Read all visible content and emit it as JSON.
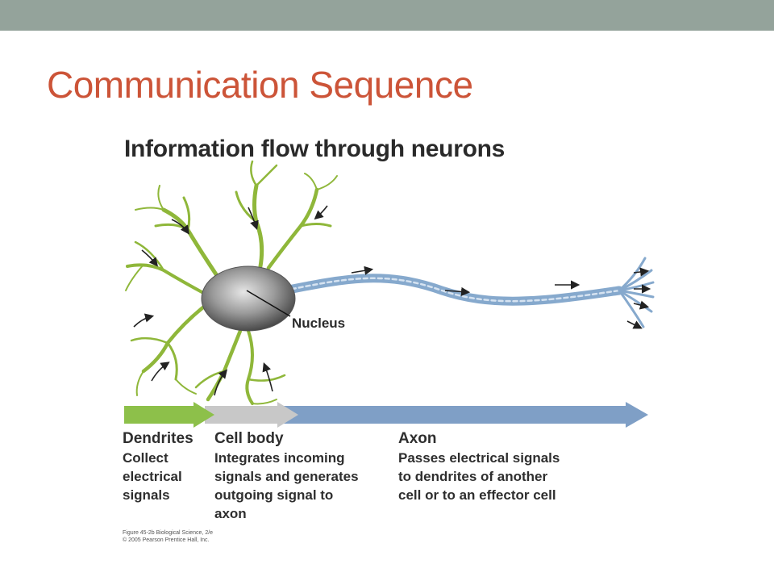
{
  "slide": {
    "title": "Communication Sequence",
    "colors": {
      "top_bar": "#94a39b",
      "title": "#cc5438"
    }
  },
  "figure": {
    "title": "Information flow through neurons",
    "nucleus_label": "Nucleus",
    "colors": {
      "dendrite": "#8fb73a",
      "cell_body": "#7f7f7f",
      "axon": "#86a9cd",
      "arrow_dendrites": "#8dc04a",
      "arrow_cell_body": "#c8c8c8",
      "arrow_axon": "#7f9fc6"
    },
    "sections": [
      {
        "heading": "Dendrites",
        "description": "Collect\nelectrical\nsignals"
      },
      {
        "heading": "Cell body",
        "description": "Integrates incoming\nsignals and generates\noutgoing signal to\naxon"
      },
      {
        "heading": "Axon",
        "description": "Passes electrical signals\nto dendrites of another\ncell or to an effector cell"
      }
    ],
    "credit": "Figure 45-2b Biological Science, 2/e\n© 2005 Pearson Prentice Hall, Inc."
  }
}
